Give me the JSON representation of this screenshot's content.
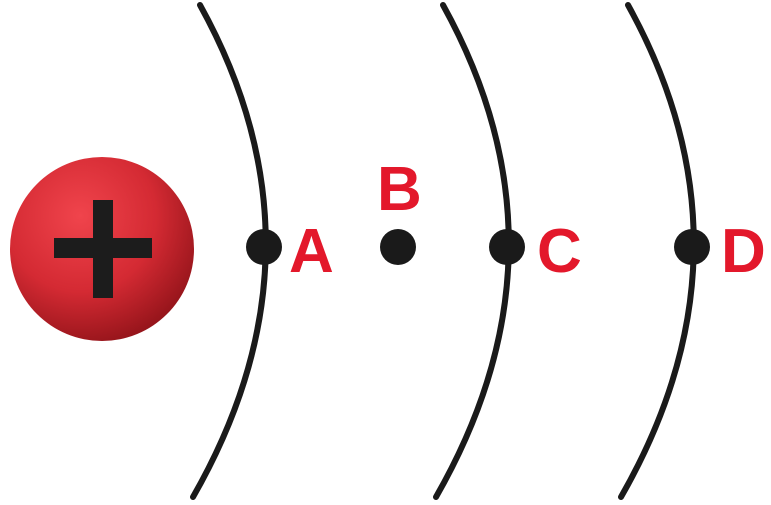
{
  "diagram": {
    "charge": {
      "sign": "+",
      "fill_color": "#d42a33",
      "symbol_color": "#1c1c1c"
    },
    "line_color": "#1a1a1a",
    "label_color": "#e3182b",
    "points": [
      {
        "label": "A"
      },
      {
        "label": "B"
      },
      {
        "label": "C"
      },
      {
        "label": "D"
      }
    ]
  }
}
